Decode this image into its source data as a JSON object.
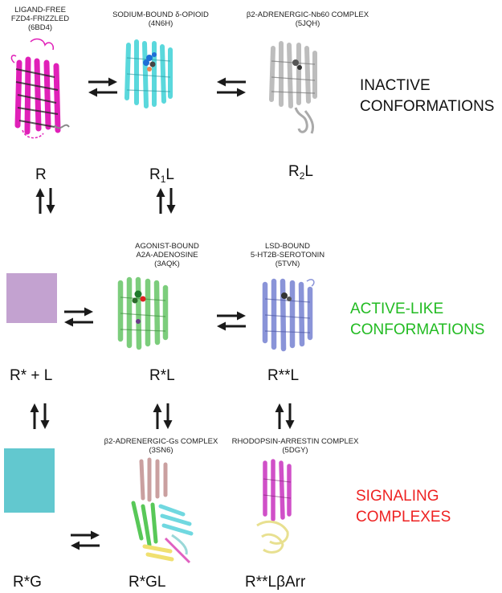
{
  "structures": {
    "fzd4": {
      "line1": "LIGAND-FREE",
      "line2": "FZD4-FRIZZLED",
      "line3": "(6BD4)"
    },
    "opioid": {
      "line1": "SODIUM-BOUND δ-OPIOID",
      "line2": "(4N6H)"
    },
    "nb60": {
      "line1": "β2-ADRENERGIC-Nb60 COMPLEX",
      "line2": "(5JQH)"
    },
    "a2a": {
      "line1": "AGONIST-BOUND",
      "line2": "A2A-ADENOSINE",
      "line3": "(3AQK)"
    },
    "ht2b": {
      "line1": "LSD-BOUND",
      "line2": "5-HT2B-SEROTONIN",
      "line3": "(5TVN)"
    },
    "gs": {
      "line1": "β2-ADRENERGIC-Gs COMPLEX",
      "line2": "(3SN6)"
    },
    "arrestin": {
      "line1": "RHODOPSIN-ARRESTIN COMPLEX",
      "line2": "(5DGY)"
    }
  },
  "states": {
    "r": "R",
    "r1l_main": "R",
    "r1l_sub": "1",
    "r1l_end": "L",
    "r2l_main": "R",
    "r2l_sub": "2",
    "r2l_end": "L",
    "rstar_plus_l": "R* + L",
    "rstar_l": "R*L",
    "rstarstar_l": "R**L",
    "rstar_g": "R*G",
    "rstar_gl": "R*GL",
    "rstarstar_lbarr": "R**LβArr"
  },
  "groups": {
    "inactive": {
      "line1": "INACTIVE",
      "line2": "CONFORMATIONS",
      "color": "#111111"
    },
    "active": {
      "line1": "ACTIVE-LIKE",
      "line2": "CONFORMATIONS",
      "color": "#22bb22"
    },
    "signaling": {
      "line1": "SIGNALING",
      "line2": "COMPLEXES",
      "color": "#ee2222"
    }
  },
  "colors": {
    "fzd4": "#e020b8",
    "opioid": "#5ad8dc",
    "nb60": "#b8b8b8",
    "a2a": "#7ccd7c",
    "ht2b": "#8a94d8",
    "placeholder_purple": "#c3a2d0",
    "placeholder_teal": "#62c8cf",
    "arrow": "#1a1a1a"
  }
}
